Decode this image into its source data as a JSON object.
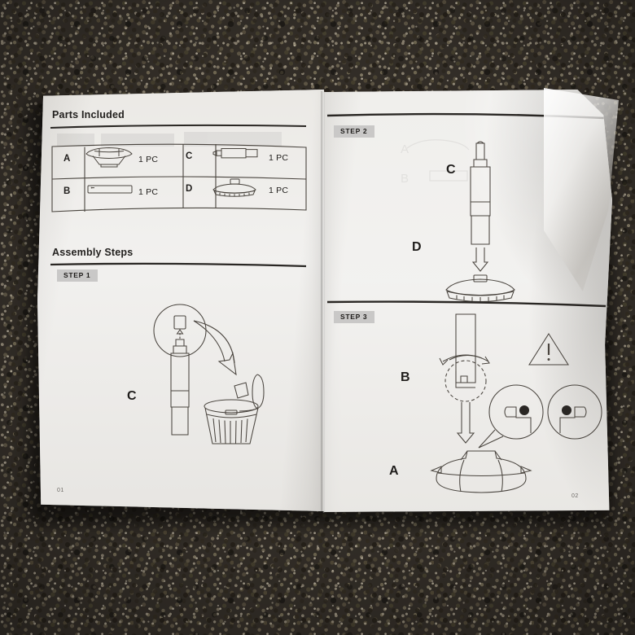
{
  "document": {
    "type": "assembly-instruction-booklet",
    "pages": [
      {
        "number": "01",
        "side": "left"
      },
      {
        "number": "02",
        "side": "right"
      }
    ]
  },
  "left_page": {
    "parts_section": {
      "heading": "Parts Included",
      "table": {
        "columns": [
          "label",
          "figure",
          "quantity",
          "label",
          "figure",
          "quantity"
        ],
        "rows": [
          {
            "left": {
              "label": "A",
              "figure": "dome-shade-icon",
              "quantity": "1 PC"
            },
            "right": {
              "label": "C",
              "figure": "rod-pole-icon",
              "quantity": "1 PC"
            }
          },
          {
            "left": {
              "label": "B",
              "figure": "bracket-bar-icon",
              "quantity": "1 PC"
            },
            "right": {
              "label": "D",
              "figure": "base-disc-icon",
              "quantity": "1 PC"
            }
          }
        ]
      }
    },
    "assembly_section": {
      "heading": "Assembly Steps",
      "step": {
        "badge": "STEP 1",
        "part_label": "C",
        "figure": "remove-cap-discard-to-bin-icon"
      }
    },
    "page_number": "01"
  },
  "right_page": {
    "step2": {
      "badge": "STEP 2",
      "labels": {
        "top": "C",
        "bottom": "D"
      },
      "figure": "insert-rod-into-base-icon"
    },
    "step3": {
      "badge": "STEP 3",
      "labels": {
        "upper": "B",
        "lower": "A"
      },
      "figure": "twist-lock-keyhole-icon",
      "warning_icon": "warning-triangle-icon",
      "callouts": [
        "keyhole-detail-open",
        "keyhole-detail-locked"
      ]
    },
    "page_number": "02"
  },
  "colors": {
    "paper": "#efeeec",
    "ink": "#4a453f",
    "ink_dark": "#1f1d1b",
    "badge_bg": "#c9c8c7",
    "carpet": "#322d27"
  }
}
